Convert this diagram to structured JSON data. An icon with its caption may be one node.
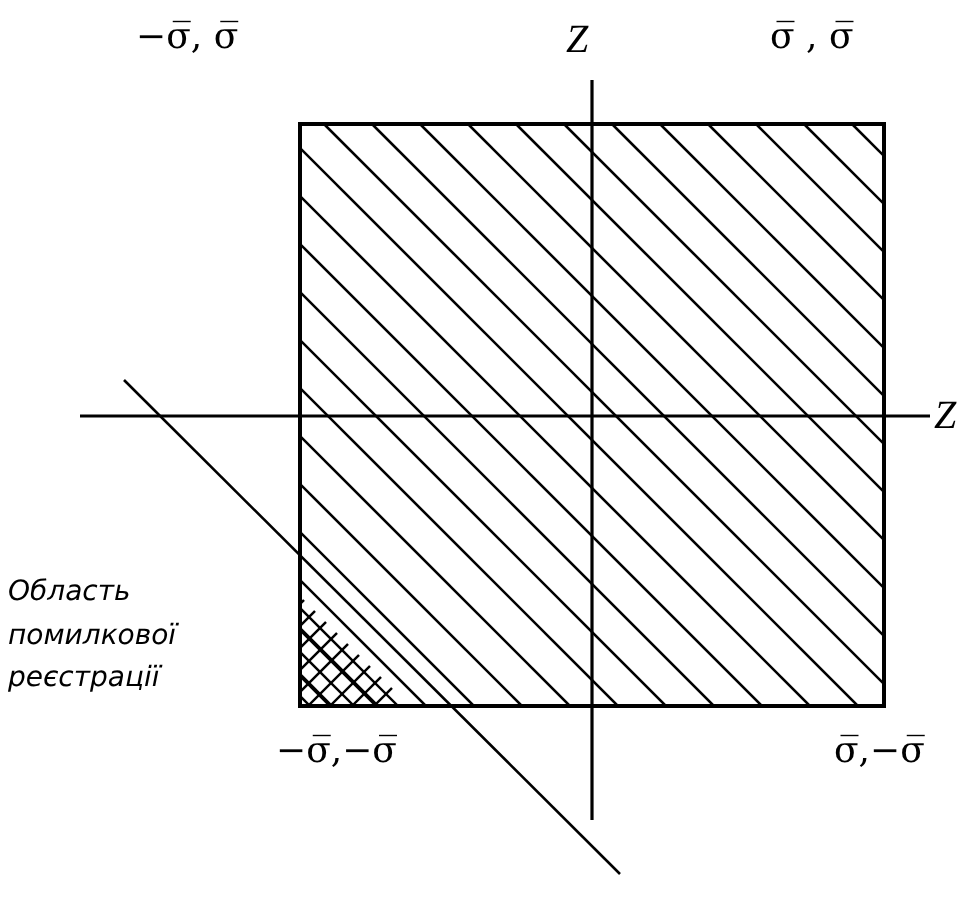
{
  "diagram": {
    "labels": [
      "−σ̅, σ̅",
      "Z",
      "σ̅ , σ̅",
      "Z",
      "Область помилкової реєстрації",
      "−σ̅,−σ̅",
      "σ̅,−σ̅"
    ]
  }
}
